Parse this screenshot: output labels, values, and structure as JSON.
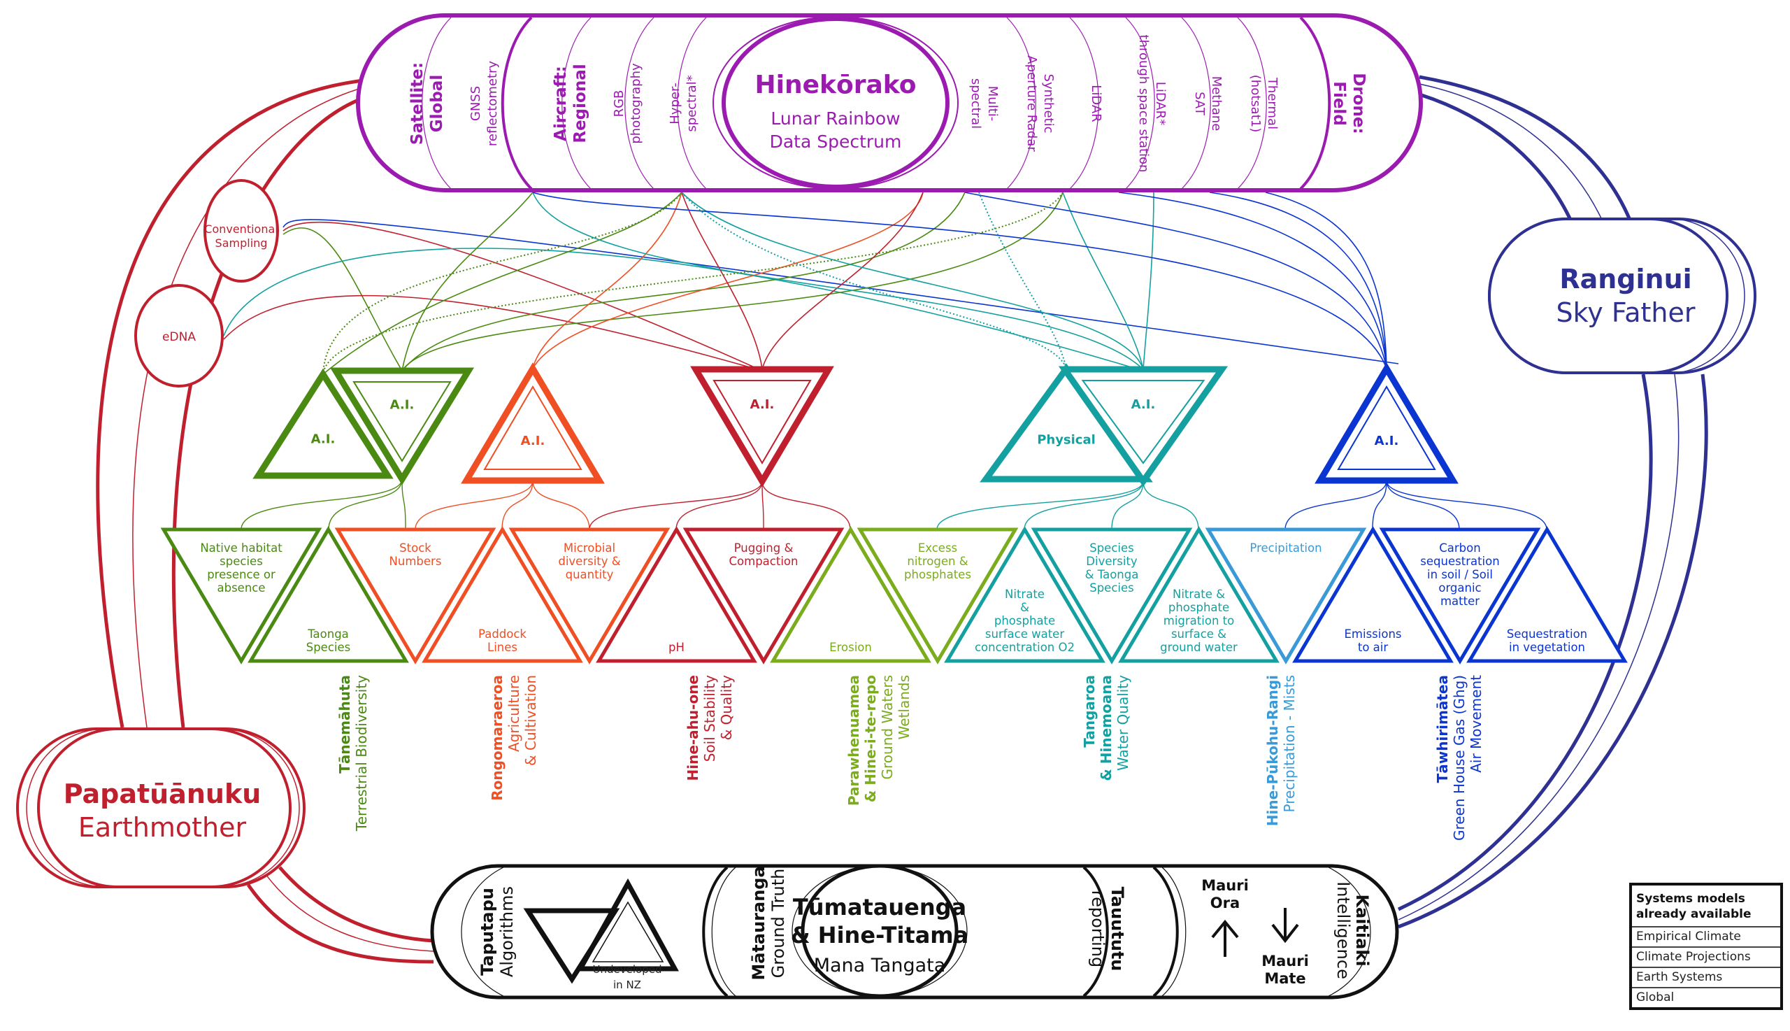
{
  "colors": {
    "purple": "#9b1bb0",
    "red": "#c0202e",
    "orange": "#f04e23",
    "green": "#4a8a12",
    "lime": "#7aac1c",
    "teal": "#14a0a0",
    "skyblue": "#3a9ad8",
    "blue": "#0b35d0",
    "navy": "#2e3192",
    "black": "#111111"
  },
  "top_pill": {
    "title": "Hinekōrako",
    "subtitle_line1": "Lunar Rainbow",
    "subtitle_line2": "Data Spectrum",
    "segments": [
      {
        "lines": [
          "Satellite:",
          "Global"
        ],
        "bold": true
      },
      {
        "lines": [
          "GNSS",
          "reflectometry"
        ],
        "bold": false
      },
      {
        "lines": [
          "Aircraft:",
          "Regional"
        ],
        "bold": true
      },
      {
        "lines": [
          "RGB",
          "photography"
        ],
        "bold": false
      },
      {
        "lines": [
          "Hyper-",
          "spectral*"
        ],
        "bold": false
      },
      {
        "lines": [
          "Multi-",
          "spectral"
        ],
        "bold": false
      },
      {
        "lines": [
          "Synthetic",
          "Aperture Radar"
        ],
        "bold": false
      },
      {
        "lines": [
          "LiDAR"
        ],
        "bold": false
      },
      {
        "lines": [
          "LiDAR*",
          "through space station"
        ],
        "bold": false
      },
      {
        "lines": [
          "Methane",
          "SAT"
        ],
        "bold": false
      },
      {
        "lines": [
          "Thermal",
          "(hotsat1)"
        ],
        "bold": false
      },
      {
        "lines": [
          "Drone:",
          "Field"
        ],
        "bold": true
      }
    ]
  },
  "left_nodes": {
    "conventional_sampling": [
      "Conventional",
      "Sampling"
    ],
    "edna": "eDNA"
  },
  "papatuanuku": {
    "title": "Papatūānuku",
    "subtitle": "Earthmother"
  },
  "ranginui": {
    "title": "Ranginui",
    "subtitle": "Sky Father"
  },
  "ai_triangles": [
    {
      "label": "A.I.",
      "color": "green",
      "orientation": "up"
    },
    {
      "label": "A.I.",
      "color": "green",
      "orientation": "down"
    },
    {
      "label": "A.I.",
      "color": "orange",
      "orientation": "up"
    },
    {
      "label": "A.I.",
      "color": "red",
      "orientation": "down"
    },
    {
      "label": "Physical",
      "color": "teal",
      "orientation": "up"
    },
    {
      "label": "A.I.",
      "color": "teal",
      "orientation": "down"
    },
    {
      "label": "A.I.",
      "color": "blue",
      "orientation": "up"
    }
  ],
  "indicator_triangles": [
    {
      "lines": [
        "Native habitat",
        "species",
        "presence or",
        "absence"
      ],
      "color": "green",
      "orientation": "down"
    },
    {
      "lines": [
        "Taonga",
        "Species"
      ],
      "color": "green",
      "orientation": "up"
    },
    {
      "lines": [
        "Stock",
        "Numbers"
      ],
      "color": "orange",
      "orientation": "down"
    },
    {
      "lines": [
        "Paddock",
        "Lines"
      ],
      "color": "orange",
      "orientation": "up"
    },
    {
      "lines": [
        "Microbial",
        "diversity &",
        "quantity"
      ],
      "color": "orange",
      "orientation": "down"
    },
    {
      "lines": [
        "pH"
      ],
      "color": "red",
      "orientation": "up"
    },
    {
      "lines": [
        "Pugging &",
        "Compaction"
      ],
      "color": "red",
      "orientation": "down"
    },
    {
      "lines": [
        "Erosion"
      ],
      "color": "lime",
      "orientation": "up"
    },
    {
      "lines": [
        "Excess",
        "nitrogen &",
        "phosphates"
      ],
      "color": "lime",
      "orientation": "down"
    },
    {
      "lines": [
        "Nitrate",
        "&",
        "phosphate",
        "surface water",
        "concentration O2"
      ],
      "color": "teal",
      "orientation": "up"
    },
    {
      "lines": [
        "Species",
        "Diversity",
        "& Taonga",
        "Species"
      ],
      "color": "teal",
      "orientation": "down"
    },
    {
      "lines": [
        "Nitrate &",
        "phosphate",
        "migration to",
        "surface &",
        "ground water"
      ],
      "color": "teal",
      "orientation": "up"
    },
    {
      "lines": [
        "Precipitation"
      ],
      "color": "skyblue",
      "orientation": "down"
    },
    {
      "lines": [
        "Emissions",
        "to air"
      ],
      "color": "blue",
      "orientation": "up"
    },
    {
      "lines": [
        "Carbon",
        "sequestration",
        "in soil / Soil",
        "organic",
        "matter"
      ],
      "color": "blue",
      "orientation": "down"
    },
    {
      "lines": [
        "Sequestration",
        "in vegetation"
      ],
      "color": "blue",
      "orientation": "up"
    }
  ],
  "domains": [
    {
      "bold": [
        "Tānemāhuta"
      ],
      "regular": [
        "Terrestrial Biodiversity"
      ],
      "color": "green"
    },
    {
      "bold": [
        "Rongomaraeroa"
      ],
      "regular": [
        "Agriculture",
        "& Cultivation"
      ],
      "color": "orange"
    },
    {
      "bold": [
        "Hine-ahu-one"
      ],
      "regular": [
        "Soil Stability",
        "& Quality"
      ],
      "color": "red"
    },
    {
      "bold": [
        "Parawhenuamea",
        "& Hine-i-te-repo"
      ],
      "regular": [
        "Ground Waters",
        "Wetlands"
      ],
      "color": "lime"
    },
    {
      "bold": [
        "Tangaroa",
        "& Hinemoana"
      ],
      "regular": [
        "Water Quality"
      ],
      "color": "teal"
    },
    {
      "bold": [
        "Hine-Pūkohu-Rangi"
      ],
      "regular": [
        "Precipitation - Mists"
      ],
      "color": "skyblue"
    },
    {
      "bold": [
        "Tāwhirimātea"
      ],
      "regular": [
        "Green House Gas (Ghg)",
        "Air Movement"
      ],
      "color": "blue"
    }
  ],
  "bottom_pill": {
    "taputapu": {
      "bold": "Taputapu",
      "regular": "Algorithms"
    },
    "undeveloped": [
      "Undeveloped",
      "in NZ"
    ],
    "matauranga": {
      "bold": "Mātauranga",
      "regular": "Ground Truth"
    },
    "title_line1": "Tūmatauenga",
    "title_line2": "& Hine-Titama",
    "subtitle": "Mana Tangata",
    "tauututu": {
      "bold": "Tauututu",
      "regular": "reporting"
    },
    "mauri_ora": [
      "Mauri",
      "Ora"
    ],
    "mauri_mate": [
      "Mauri",
      "Mate"
    ],
    "kaitiaki": {
      "bold": "Kaitiaki",
      "regular": "Intelligence"
    }
  },
  "legend": {
    "title_line1": "Systems models",
    "title_line2": "already available",
    "items": [
      "Empirical Climate",
      "Climate Projections",
      "Earth Systems",
      "Global"
    ]
  }
}
